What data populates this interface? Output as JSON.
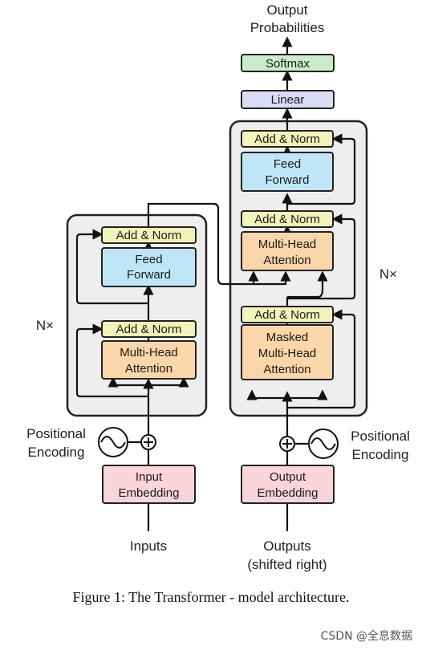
{
  "labels": {
    "output_probabilities": [
      "Output",
      "Probabilities"
    ],
    "softmax": "Softmax",
    "linear": "Linear",
    "add_norm": "Add & Norm",
    "feed_forward": [
      "Feed",
      "Forward"
    ],
    "multi_head_attention": [
      "Multi-Head",
      "Attention"
    ],
    "masked_multi_head_attention": [
      "Masked",
      "Multi-Head",
      "Attention"
    ],
    "input_embedding": [
      "Input",
      "Embedding"
    ],
    "output_embedding": [
      "Output",
      "Embedding"
    ],
    "positional_encoding": [
      "Positional",
      "Encoding"
    ],
    "nx": "N×",
    "inputs": "Inputs",
    "outputs": [
      "Outputs",
      "(shifted right)"
    ]
  },
  "caption": "Figure 1: The Transformer - model architecture.",
  "watermark": "CSDN @全息数据",
  "colors": {
    "add_norm": "#f0f4b8",
    "feed_forward": "#bfe6f7",
    "attention": "#fbd6a8",
    "embedding": "#f9d4d9",
    "linear": "#d9dcf2",
    "softmax": "#c9ecc9",
    "stack_bg": "#eeeeee"
  }
}
